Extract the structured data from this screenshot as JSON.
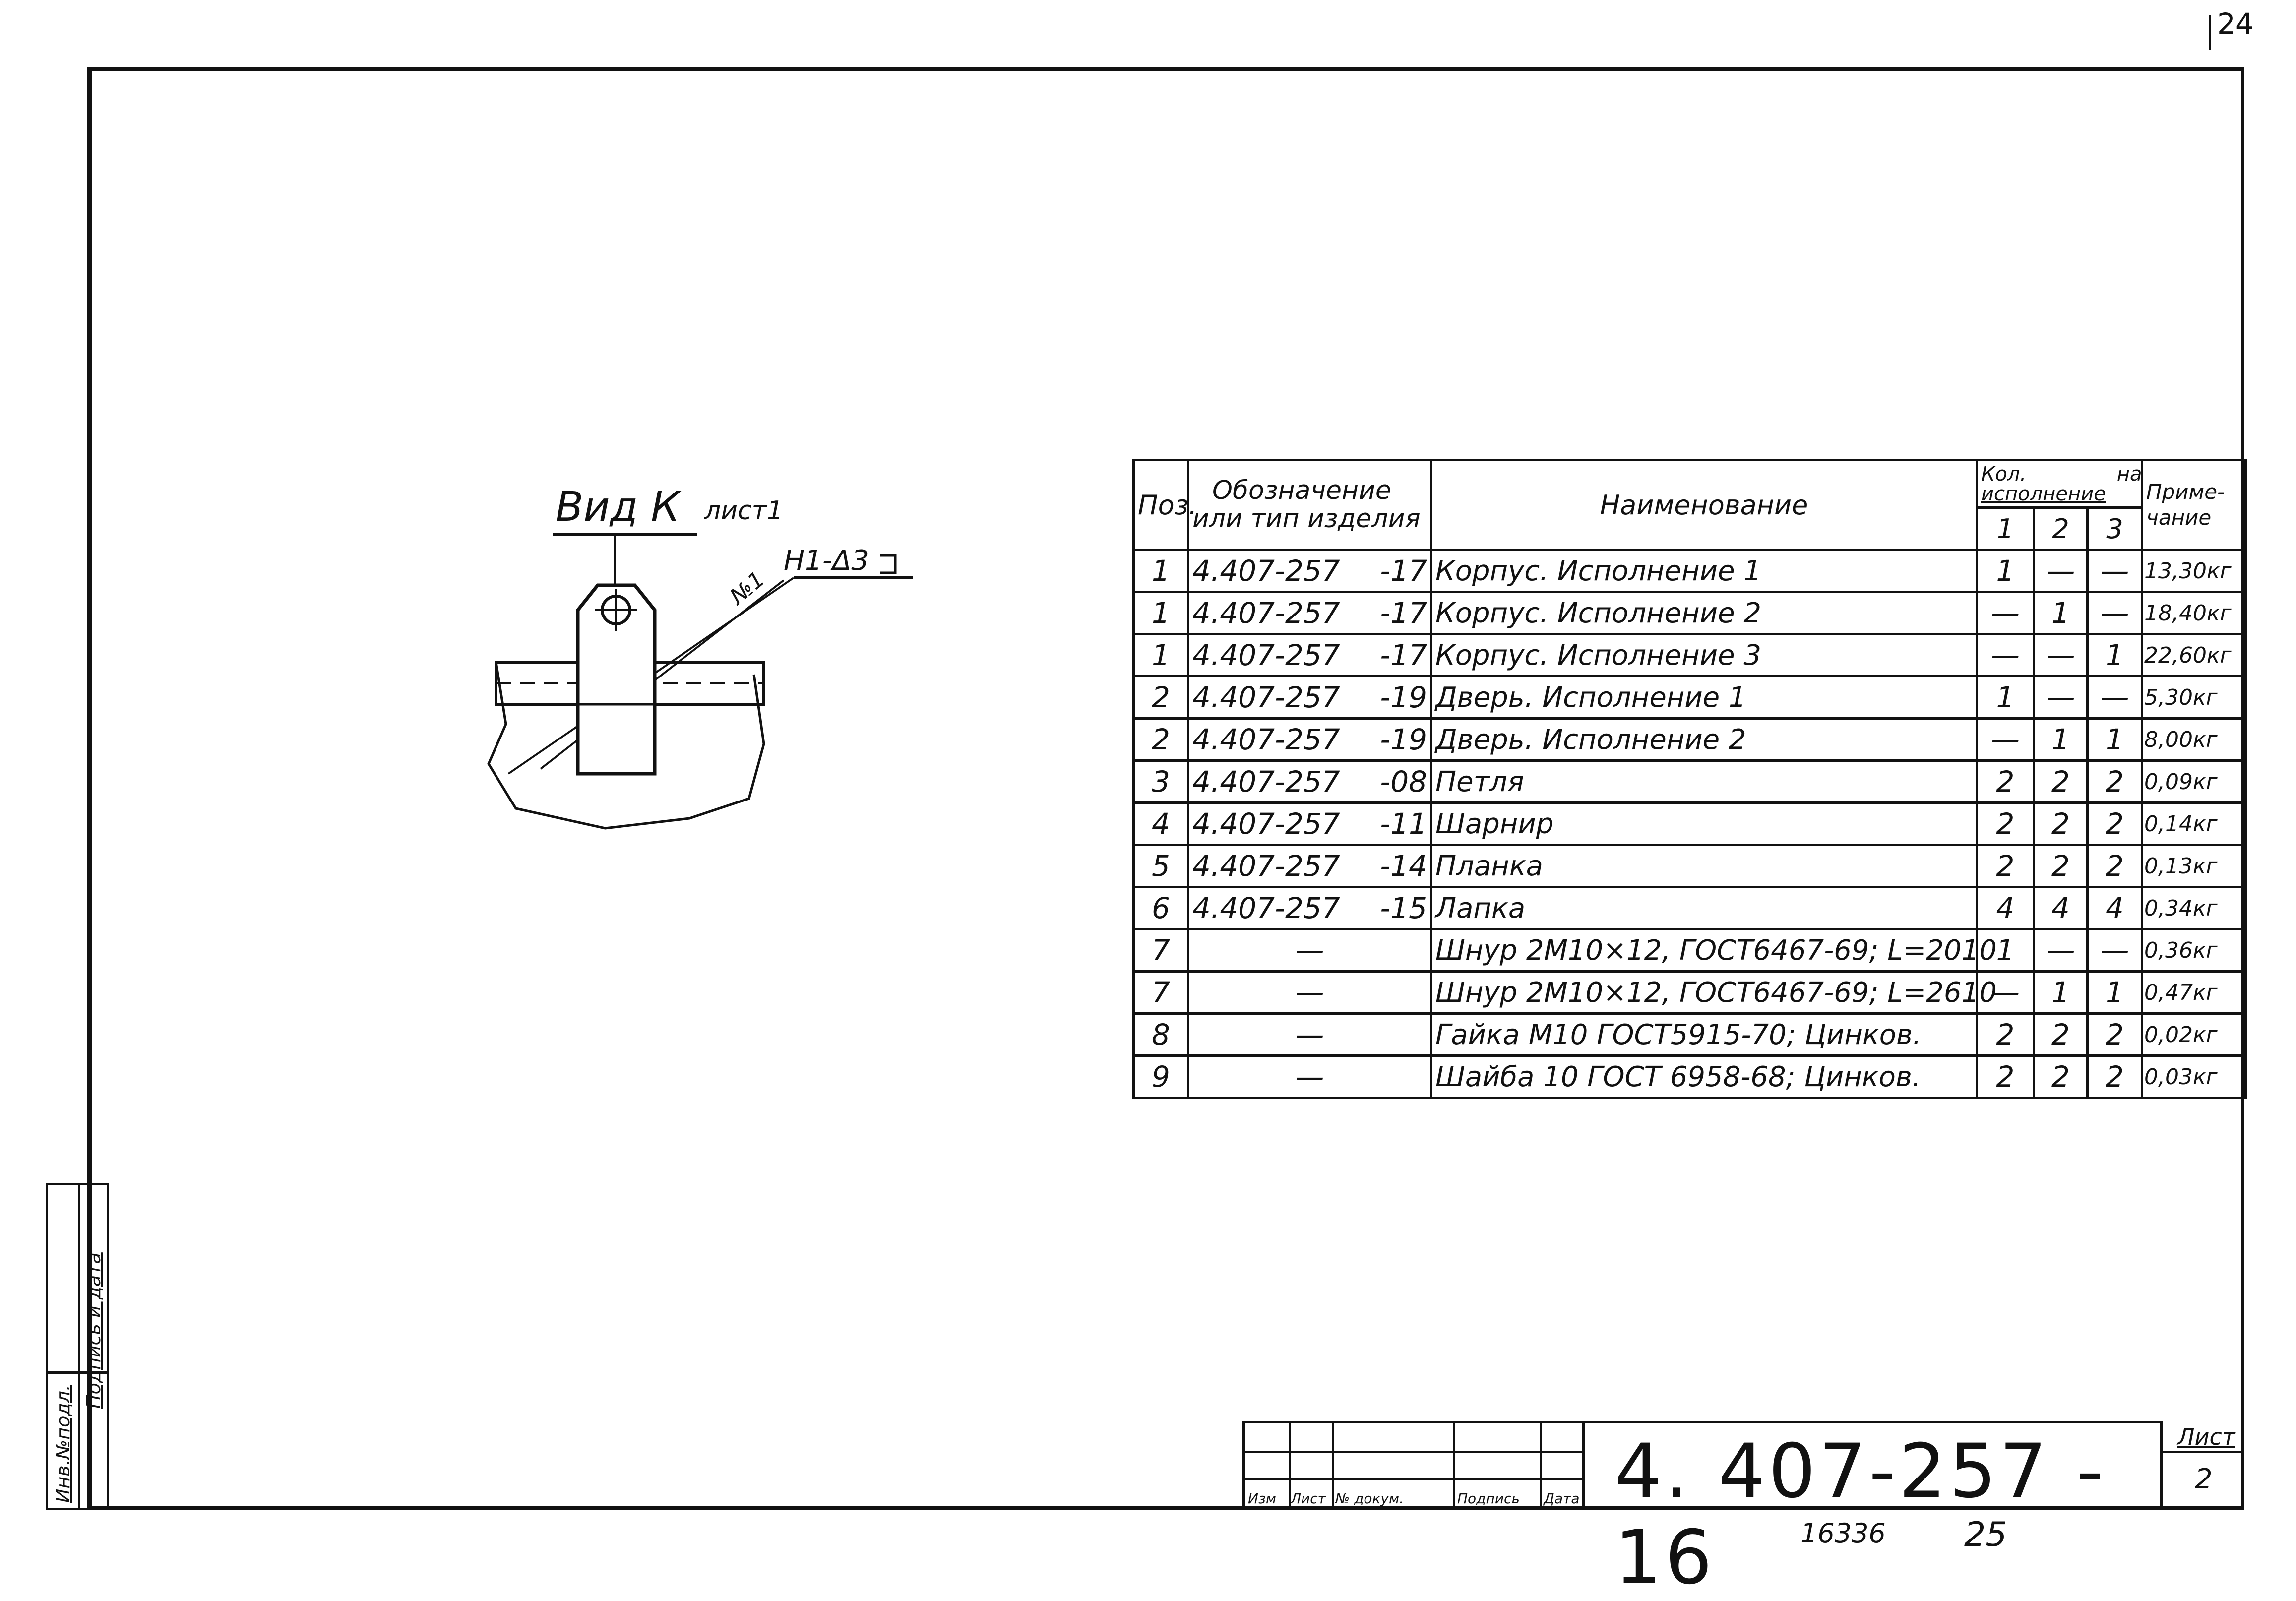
{
  "page_number": "24",
  "view": {
    "title": "Вид К",
    "sheet_ref": "лист1",
    "weld_label": "Н1-Δ3",
    "weld_number": "№1"
  },
  "side_stamp": {
    "col1": "Инв.№подл.",
    "col2": "Подпись и дата"
  },
  "spec_table": {
    "headers": {
      "pos": "Поз.",
      "designation": "Обозначение или тип изделия",
      "designation_line1": "Обозначение",
      "designation_line2": "или тип изделия",
      "name": "Наименование",
      "qty_top_left": "Кол.",
      "qty_top_right": "на",
      "qty_sub": "исполнение",
      "qty_cols": [
        "1",
        "2",
        "3"
      ],
      "note": "Примечание",
      "note_line1": "Приме-",
      "note_line2": "чание"
    },
    "rows": [
      {
        "pos": "1",
        "code": "4.407-257",
        "suffix": "-17",
        "name": "Корпус.   Исполнение 1",
        "q1": "1",
        "q2": "—",
        "q3": "—",
        "note": "13,30кг"
      },
      {
        "pos": "1",
        "code": "4.407-257",
        "suffix": "-17",
        "name": "Корпус.   Исполнение 2",
        "q1": "—",
        "q2": "1",
        "q3": "—",
        "note": "18,40кг"
      },
      {
        "pos": "1",
        "code": "4.407-257",
        "suffix": "-17",
        "name": "Корпус.   Исполнение 3",
        "q1": "—",
        "q2": "—",
        "q3": "1",
        "note": "22,60кг"
      },
      {
        "pos": "2",
        "code": "4.407-257",
        "suffix": "-19",
        "name": "Дверь.   Исполнение 1",
        "q1": "1",
        "q2": "—",
        "q3": "—",
        "note": "5,30кг"
      },
      {
        "pos": "2",
        "code": "4.407-257",
        "suffix": "-19",
        "name": "Дверь.   Исполнение 2",
        "q1": "—",
        "q2": "1",
        "q3": "1",
        "note": "8,00кг"
      },
      {
        "pos": "3",
        "code": "4.407-257",
        "suffix": "-08",
        "name": "Петля",
        "q1": "2",
        "q2": "2",
        "q3": "2",
        "note": "0,09кг"
      },
      {
        "pos": "4",
        "code": "4.407-257",
        "suffix": "-11",
        "name": "Шарнир",
        "q1": "2",
        "q2": "2",
        "q3": "2",
        "note": "0,14кг"
      },
      {
        "pos": "5",
        "code": "4.407-257",
        "suffix": "-14",
        "name": "Планка",
        "q1": "2",
        "q2": "2",
        "q3": "2",
        "note": "0,13кг"
      },
      {
        "pos": "6",
        "code": "4.407-257",
        "suffix": "-15",
        "name": "Лапка",
        "q1": "4",
        "q2": "4",
        "q3": "4",
        "note": "0,34кг"
      },
      {
        "pos": "7",
        "code": "—",
        "suffix": "",
        "name": "Шнур 2М10×12, ГОСТ6467-69; L=2010",
        "q1": "1",
        "q2": "—",
        "q3": "—",
        "note": "0,36кг"
      },
      {
        "pos": "7",
        "code": "—",
        "suffix": "",
        "name": "Шнур 2М10×12, ГОСТ6467-69; L=2610",
        "q1": "—",
        "q2": "1",
        "q3": "1",
        "note": "0,47кг"
      },
      {
        "pos": "8",
        "code": "—",
        "suffix": "",
        "name": "Гайка М10 ГОСТ5915-70; Цинков.",
        "q1": "2",
        "q2": "2",
        "q3": "2",
        "note": "0,02кг"
      },
      {
        "pos": "9",
        "code": "—",
        "suffix": "",
        "name": "Шайба 10 ГОСТ 6958-68; Цинков.",
        "q1": "2",
        "q2": "2",
        "q3": "2",
        "note": "0,03кг"
      }
    ]
  },
  "title_block": {
    "labels": [
      "Изм",
      "Лист",
      "№ докум.",
      "Подпись",
      "Дата"
    ],
    "document_code": "4. 407-257 - 16",
    "sheet_label": "Лист",
    "sheet_number": "2"
  },
  "footer": {
    "archive_number": "16336",
    "handwritten_number": "25"
  }
}
